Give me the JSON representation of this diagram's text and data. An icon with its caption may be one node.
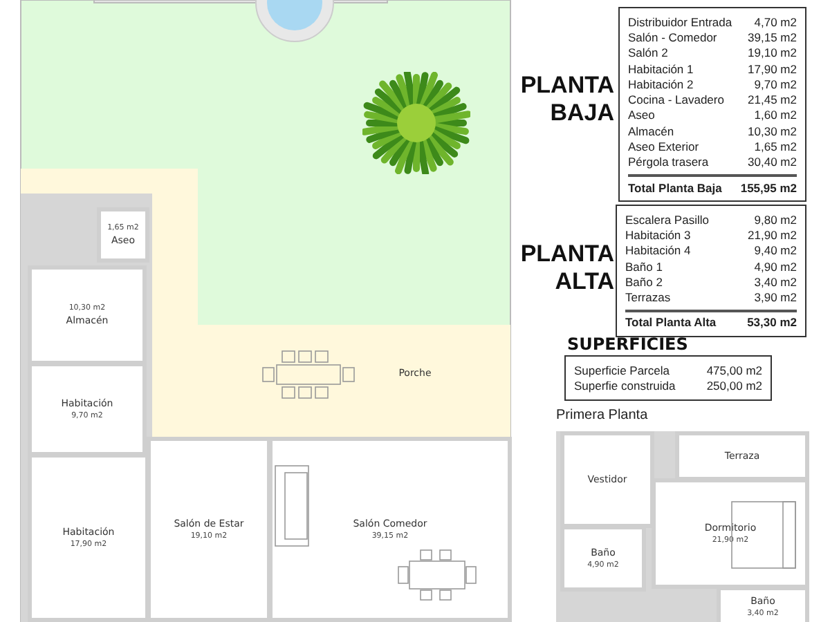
{
  "diagram": {
    "nodes": [
      {
        "text": [
          "1,65 m2",
          "Aseo"
        ]
      },
      {
        "text": [
          "10,30 m2",
          "Almacén"
        ]
      },
      {
        "text": [
          "Habitación",
          "9,70 m2"
        ]
      },
      {
        "text": [
          "Porche"
        ]
      },
      {
        "text": [
          "Habitación",
          "17,90 m2"
        ]
      },
      {
        "text": [
          "Salón de Estar",
          "19,10 m2"
        ]
      },
      {
        "text": [
          "Salón Comedor",
          "39,15 m2"
        ]
      },
      {
        "text": [
          "Terraza"
        ]
      },
      {
        "text": [
          "Vestidor"
        ]
      },
      {
        "text": [
          "Dormitorio",
          "21,90 m2"
        ]
      },
      {
        "text": [
          "Baño",
          "4,90 m2"
        ]
      },
      {
        "text": [
          "Baño",
          "3,40 m2"
        ]
      }
    ],
    "labels": [
      "PLANTA BAJA",
      "Distribuidor Entrada",
      "4,70 m2",
      "Salón - Comedor",
      "39,15 m2",
      "Salón 2",
      "19,10 m2",
      "Habitación 1",
      "17,90 m2",
      "Habitación 2",
      "9,70 m2",
      "Cocina - Lavadero",
      "21,45 m2",
      "Aseo",
      "1,60 m2",
      "Almacén",
      "10,30 m2",
      "Aseo Exterior",
      "1,65 m2",
      "Pérgola trasera",
      "30,40 m2",
      "Total Planta Baja",
      "155,95 m2",
      "PLANTA ALTA",
      "Escalera Pasillo",
      "9,80 m2",
      "Habitación 3",
      "21,90 m2",
      "Habitación 4",
      "9,40 m2",
      "Baño 1",
      "4,90 m2",
      "Baño 2",
      "3,40 m2",
      "Terrazas",
      "3,90 m2",
      "Total Planta Alta",
      "53,30 m2",
      "SUPERFICIES",
      "Superficie Parcela",
      "475,00 m2",
      "Superfie construida",
      "250,00 m2",
      "Primera Planta"
    ]
  }
}
